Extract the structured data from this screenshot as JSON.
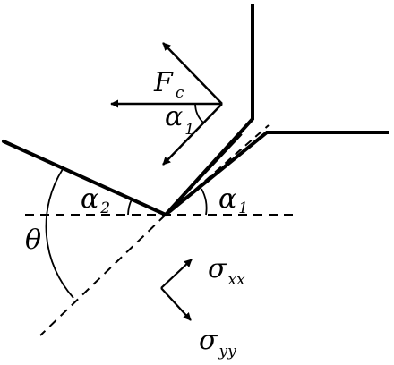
{
  "labels": {
    "force": {
      "symbol": "F",
      "subscript": "c"
    },
    "alpha1_top": {
      "symbol": "α",
      "subscript": "1"
    },
    "alpha2": {
      "symbol": "α",
      "subscript": "2"
    },
    "alpha1_right": {
      "symbol": "α",
      "subscript": "1"
    },
    "theta": {
      "symbol": "θ"
    },
    "sigma_xx": {
      "symbol": "σ",
      "subscript": "xx"
    },
    "sigma_yy": {
      "symbol": "σ",
      "subscript": "yy"
    }
  },
  "colors": {
    "ink": "#000000",
    "background": "#ffffff"
  }
}
